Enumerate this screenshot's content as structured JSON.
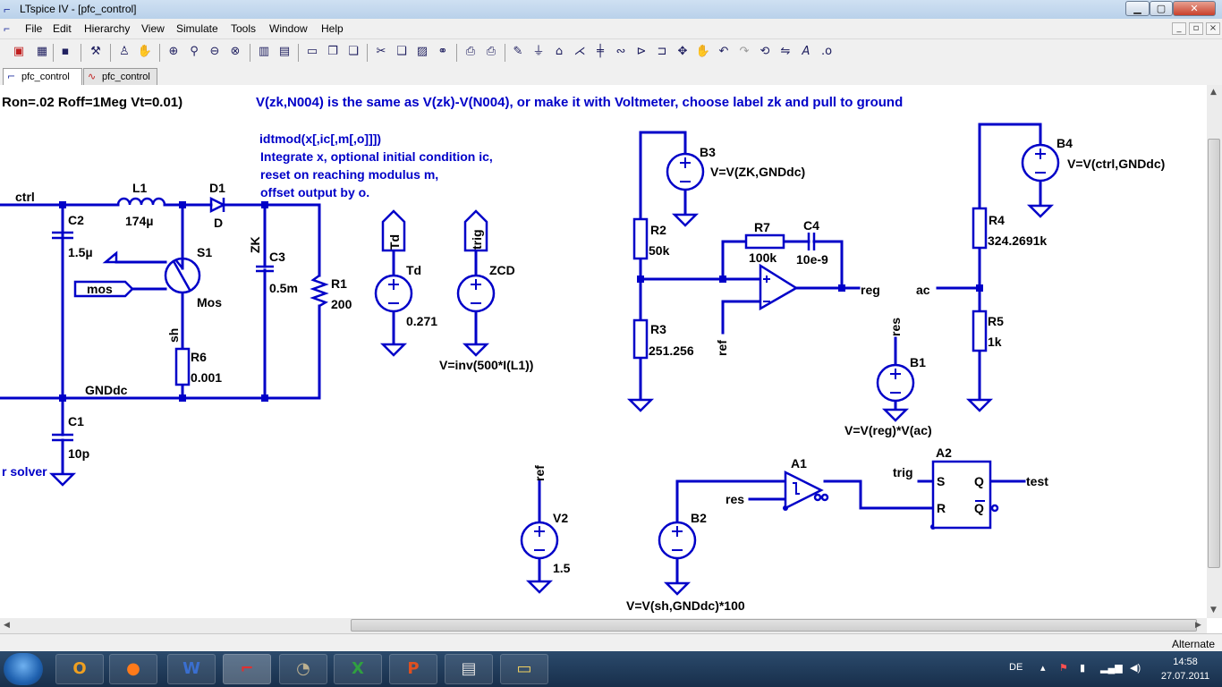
{
  "window": {
    "title": "LTspice IV - [pfc_control]",
    "app_icon": "ltspice-logo-icon"
  },
  "window_controls": {
    "minimize": "▁",
    "maximize": "▢",
    "close": "✕"
  },
  "mdi_controls": {
    "minimize": "_",
    "restore": "▫",
    "close": "×"
  },
  "menu": [
    "File",
    "Edit",
    "Hierarchy",
    "View",
    "Simulate",
    "Tools",
    "Window",
    "Help"
  ],
  "tabs": [
    {
      "label": "pfc_control",
      "icon": "schematic-icon"
    },
    {
      "label": "pfc_control",
      "icon": "waveform-icon"
    }
  ],
  "schematic": {
    "notes": {
      "top_left": "Ron=.02 Roff=1Meg Vt=0.01)",
      "top_hint": "V(zk,N004) is the same as V(zk)-V(N004), or make it with Voltmeter, choose label zk and pull to ground",
      "idt_1": "idtmod(x[,ic[,m[,o]]])",
      "idt_2": " Integrate x, optional initial condition ic,",
      "idt_3": "reset on reaching modulus m,",
      "idt_4": "offset output by o.",
      "solver": "r solver"
    },
    "nets": {
      "ctrl": "ctrl",
      "gnd": "GNDdc",
      "zk": "ZK",
      "sh": "sh",
      "mos": "mos",
      "td": "Td",
      "trig": "trig",
      "trig2": "trig",
      "reg": "reg",
      "ref": "ref",
      "ref2": "ref",
      "res": "res",
      "res2": "res",
      "ac": "ac",
      "test": "test"
    },
    "components": {
      "L1": {
        "name": "L1",
        "value": "174µ"
      },
      "D1": {
        "name": "D1",
        "value": "D"
      },
      "C2": {
        "name": "C2",
        "value": "1.5µ"
      },
      "S1": {
        "name": "S1",
        "value": "Mos"
      },
      "C3": {
        "name": "C3",
        "value": "0.5m"
      },
      "R1": {
        "name": "R1",
        "value": "200"
      },
      "R6": {
        "name": "R6",
        "value": "0.001"
      },
      "C1": {
        "name": "C1",
        "value": "10p"
      },
      "Td": {
        "name": "Td",
        "value": "0.271"
      },
      "ZCD": {
        "name": "ZCD",
        "value": "V=inv(500*I(L1))"
      },
      "B3": {
        "name": "B3",
        "value": "V=V(ZK,GNDdc)"
      },
      "R2": {
        "name": "R2",
        "value": "50k"
      },
      "R3": {
        "name": "R3",
        "value": "251.256"
      },
      "R7": {
        "name": "R7",
        "value": "100k"
      },
      "C4": {
        "name": "C4",
        "value": "10e-9"
      },
      "B4": {
        "name": "B4",
        "value": "V=V(ctrl,GNDdc)"
      },
      "R4": {
        "name": "R4",
        "value": "324.2691k"
      },
      "R5": {
        "name": "R5",
        "value": "1k"
      },
      "B1": {
        "name": "B1",
        "value": "V=V(reg)*V(ac)"
      },
      "A1": {
        "name": "A1"
      },
      "A2": {
        "name": "A2",
        "pin_s": "S",
        "pin_r": "R",
        "pin_q": "Q",
        "pin_qbar": "Q"
      },
      "V2": {
        "name": "V2",
        "value": "1.5"
      },
      "B2": {
        "name": "B2",
        "value": "V=V(sh,GNDdc)*100"
      }
    }
  },
  "status": "Alternate",
  "taskbar": {
    "apps": [
      {
        "name": "outlook",
        "icon": "outlook-icon",
        "glyph": "O"
      },
      {
        "name": "firefox",
        "icon": "firefox-icon",
        "glyph": "●"
      },
      {
        "name": "word",
        "icon": "word-icon",
        "glyph": "W"
      },
      {
        "name": "ltspice",
        "icon": "ltspice-icon",
        "glyph": "⌐"
      },
      {
        "name": "gimp",
        "icon": "gimp-icon",
        "glyph": "◔"
      },
      {
        "name": "excel",
        "icon": "excel-icon",
        "glyph": "X"
      },
      {
        "name": "powerpoint",
        "icon": "powerpoint-icon",
        "glyph": "P"
      },
      {
        "name": "pdf-printer",
        "icon": "pdf-printer-icon",
        "glyph": "▤"
      },
      {
        "name": "explorer",
        "icon": "folder-icon",
        "glyph": "▭"
      }
    ],
    "language": "DE",
    "time": "14:58",
    "date": "27.07.2011"
  },
  "colors": {
    "wire": "#0000c8",
    "text": "#000000",
    "note": "#0000c8",
    "canvas": "#ffffff"
  }
}
